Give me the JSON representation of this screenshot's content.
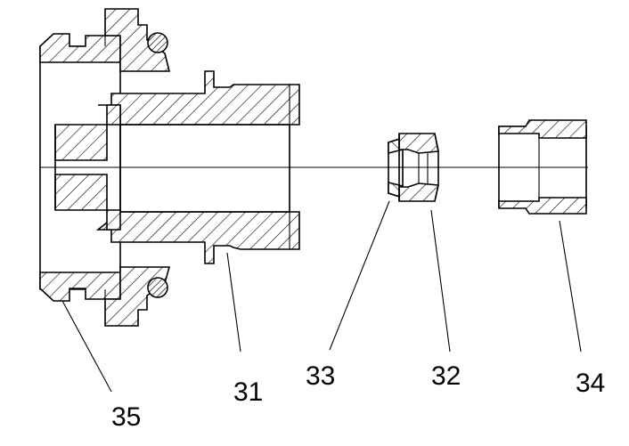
{
  "drawing": {
    "colors": {
      "line": "#000000",
      "background": "#ffffff"
    },
    "labels": {
      "part_31": "31",
      "part_32": "32",
      "part_33": "33",
      "part_34": "34",
      "part_35": "35"
    }
  }
}
